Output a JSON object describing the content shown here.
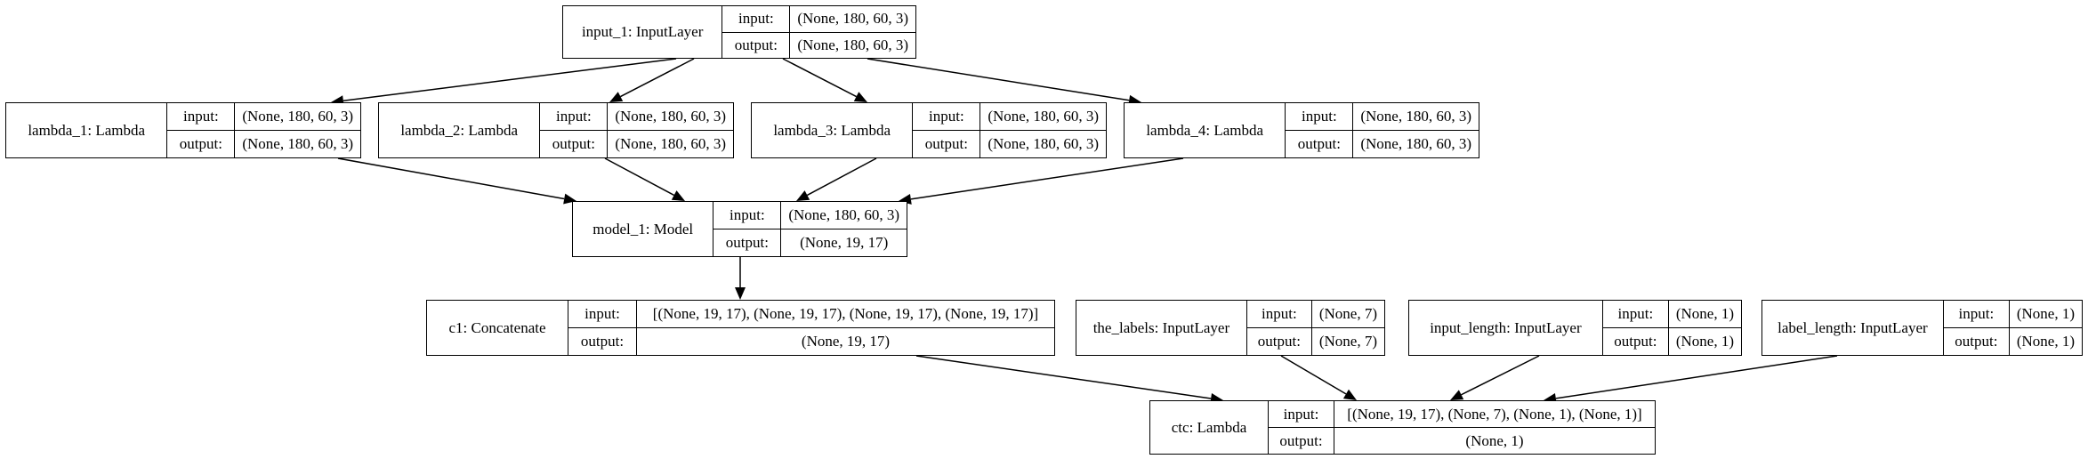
{
  "diagram": {
    "input_label": "input:",
    "output_label": "output:",
    "nodes": [
      {
        "id": "input_1",
        "name": "input_1: InputLayer",
        "input": "(None, 180, 60, 3)",
        "output": "(None, 180, 60, 3)"
      },
      {
        "id": "lambda_1",
        "name": "lambda_1: Lambda",
        "input": "(None, 180, 60, 3)",
        "output": "(None, 180, 60, 3)"
      },
      {
        "id": "lambda_2",
        "name": "lambda_2: Lambda",
        "input": "(None, 180, 60, 3)",
        "output": "(None, 180, 60, 3)"
      },
      {
        "id": "lambda_3",
        "name": "lambda_3: Lambda",
        "input": "(None, 180, 60, 3)",
        "output": "(None, 180, 60, 3)"
      },
      {
        "id": "lambda_4",
        "name": "lambda_4: Lambda",
        "input": "(None, 180, 60, 3)",
        "output": "(None, 180, 60, 3)"
      },
      {
        "id": "model_1",
        "name": "model_1: Model",
        "input": "(None, 180, 60, 3)",
        "output": "(None, 19, 17)"
      },
      {
        "id": "c1",
        "name": "c1: Concatenate",
        "input": "[(None, 19, 17), (None, 19, 17), (None, 19, 17), (None, 19, 17)]",
        "output": "(None, 19, 17)"
      },
      {
        "id": "the_labels",
        "name": "the_labels: InputLayer",
        "input": "(None, 7)",
        "output": "(None, 7)"
      },
      {
        "id": "input_length",
        "name": "input_length: InputLayer",
        "input": "(None, 1)",
        "output": "(None, 1)"
      },
      {
        "id": "label_length",
        "name": "label_length: InputLayer",
        "input": "(None, 1)",
        "output": "(None, 1)"
      },
      {
        "id": "ctc",
        "name": "ctc: Lambda",
        "input": "[(None, 19, 17), (None, 7), (None, 1), (None, 1)]",
        "output": "(None, 1)"
      }
    ],
    "edges": [
      {
        "from": "input_1",
        "to": "lambda_1"
      },
      {
        "from": "input_1",
        "to": "lambda_2"
      },
      {
        "from": "input_1",
        "to": "lambda_3"
      },
      {
        "from": "input_1",
        "to": "lambda_4"
      },
      {
        "from": "lambda_1",
        "to": "model_1"
      },
      {
        "from": "lambda_2",
        "to": "model_1"
      },
      {
        "from": "lambda_3",
        "to": "model_1"
      },
      {
        "from": "lambda_4",
        "to": "model_1"
      },
      {
        "from": "model_1",
        "to": "c1"
      },
      {
        "from": "c1",
        "to": "ctc"
      },
      {
        "from": "the_labels",
        "to": "ctc"
      },
      {
        "from": "input_length",
        "to": "ctc"
      },
      {
        "from": "label_length",
        "to": "ctc"
      }
    ]
  }
}
